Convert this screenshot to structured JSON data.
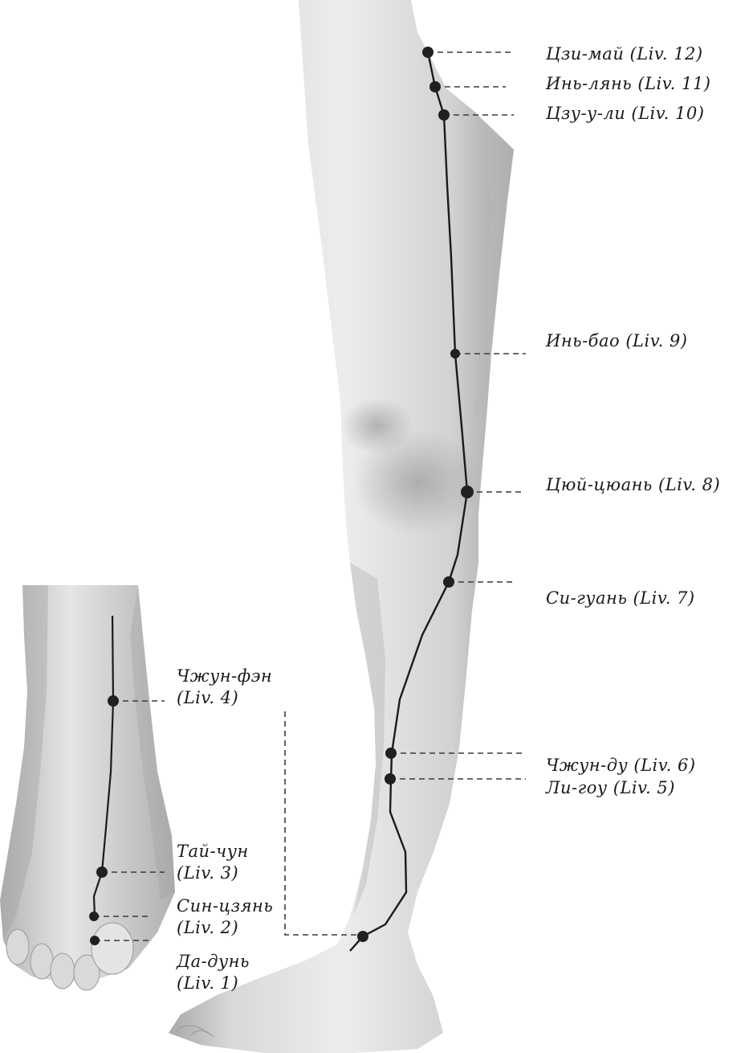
{
  "colors": {
    "background": "#ffffff",
    "skin_light": "#ececec",
    "skin_mid": "#cfcfcf",
    "skin_dark": "#9a9a9a",
    "meridian": "#1b1b1b",
    "point": "#202020",
    "leader": "#3a3a3a",
    "text": "#1a1a1a"
  },
  "points": {
    "liv12": {
      "name": "Цзи-май",
      "code": "(Liv. 12)"
    },
    "liv11": {
      "name": "Инь-лянь",
      "code": "(Liv. 11)"
    },
    "liv10": {
      "name": "Цзу-у-ли",
      "code": "(Liv. 10)"
    },
    "liv9": {
      "name": "Инь-бао",
      "code": "(Liv. 9)"
    },
    "liv8": {
      "name": "Цюй-цюань",
      "code": "(Liv. 8)"
    },
    "liv7": {
      "name": "Си-гуань",
      "code": "(Liv. 7)"
    },
    "liv6": {
      "name": "Чжун-ду",
      "code": "(Liv. 6)"
    },
    "liv5": {
      "name": "Ли-гоу",
      "code": "(Liv. 5)"
    },
    "liv4": {
      "name": "Чжун-фэн",
      "code": "(Liv. 4)"
    },
    "liv3": {
      "name": "Тай-чун",
      "code": "(Liv. 3)"
    },
    "liv2": {
      "name": "Син-цзянь",
      "code": "(Liv. 2)"
    },
    "liv1": {
      "name": "Да-дунь",
      "code": "(Liv. 1)"
    }
  }
}
